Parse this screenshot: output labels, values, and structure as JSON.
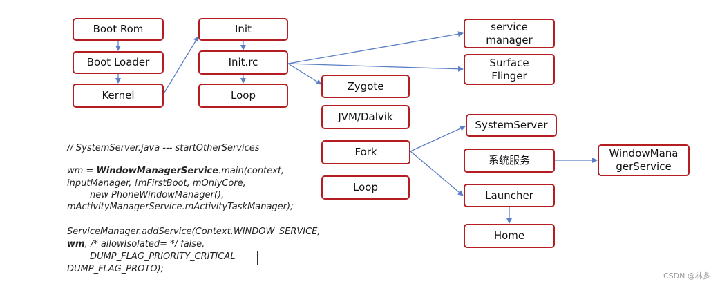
{
  "nodes": {
    "boot_rom": "Boot Rom",
    "boot_loader": "Boot Loader",
    "kernel": "Kernel",
    "init": "Init",
    "init_rc": "Init.rc",
    "loop_top": "Loop",
    "service_manager": "service\nmanager",
    "surface_flinger": "Surface\nFlinger",
    "zygote": "Zygote",
    "jvm_dalvik": "JVM/Dalvik",
    "fork": "Fork",
    "loop_bottom": "Loop",
    "system_server": "SystemServer",
    "system_services": "系统服务",
    "window_manager_service": "WindowMana\ngerService",
    "launcher": "Launcher",
    "home": "Home"
  },
  "code": {
    "line1": "// SystemServer.java --- startOtherServices",
    "line2a": "wm = ",
    "line2b": "WindowManagerService",
    "line2c": ".main(context,",
    "line3": "inputManager, !mFirstBoot, mOnlyCore,",
    "line4": "        new PhoneWindowManager(),",
    "line5": "mActivityManagerService.mActivityTaskManager);",
    "line6": "ServiceManager.addService(Context.WINDOW_SERVICE,",
    "line7a": "wm",
    "line7b": ", /* allowIsolated= */ false,",
    "line8": "        DUMP_FLAG_PRIORITY_CRITICAL",
    "line9": "DUMP_FLAG_PROTO);"
  },
  "watermark": "CSDN @林多",
  "colors": {
    "box_border": "#b41e23",
    "arrow": "#5b7fc4"
  }
}
